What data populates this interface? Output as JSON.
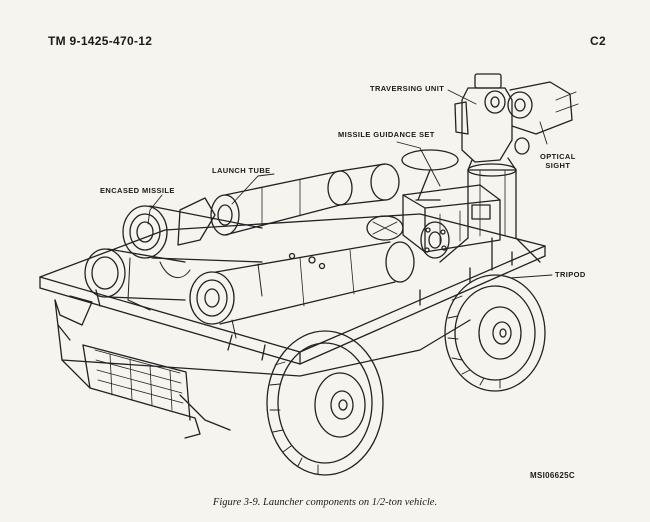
{
  "header": {
    "document_id": "TM 9-1425-470-12",
    "page_code": "C2"
  },
  "labels": {
    "traversing_unit": "TRAVERSING UNIT",
    "missile_guidance_set": "MISSILE GUIDANCE SET",
    "launch_tube": "LAUNCH TUBE",
    "encased_missile": "ENCASED MISSILE",
    "optical_sight_line1": "OPTICAL",
    "optical_sight_line2": "SIGHT",
    "tripod": "TRIPOD"
  },
  "figure_code": "MSI06625C",
  "caption": "Figure 3-9.  Launcher components on 1/2-ton vehicle."
}
